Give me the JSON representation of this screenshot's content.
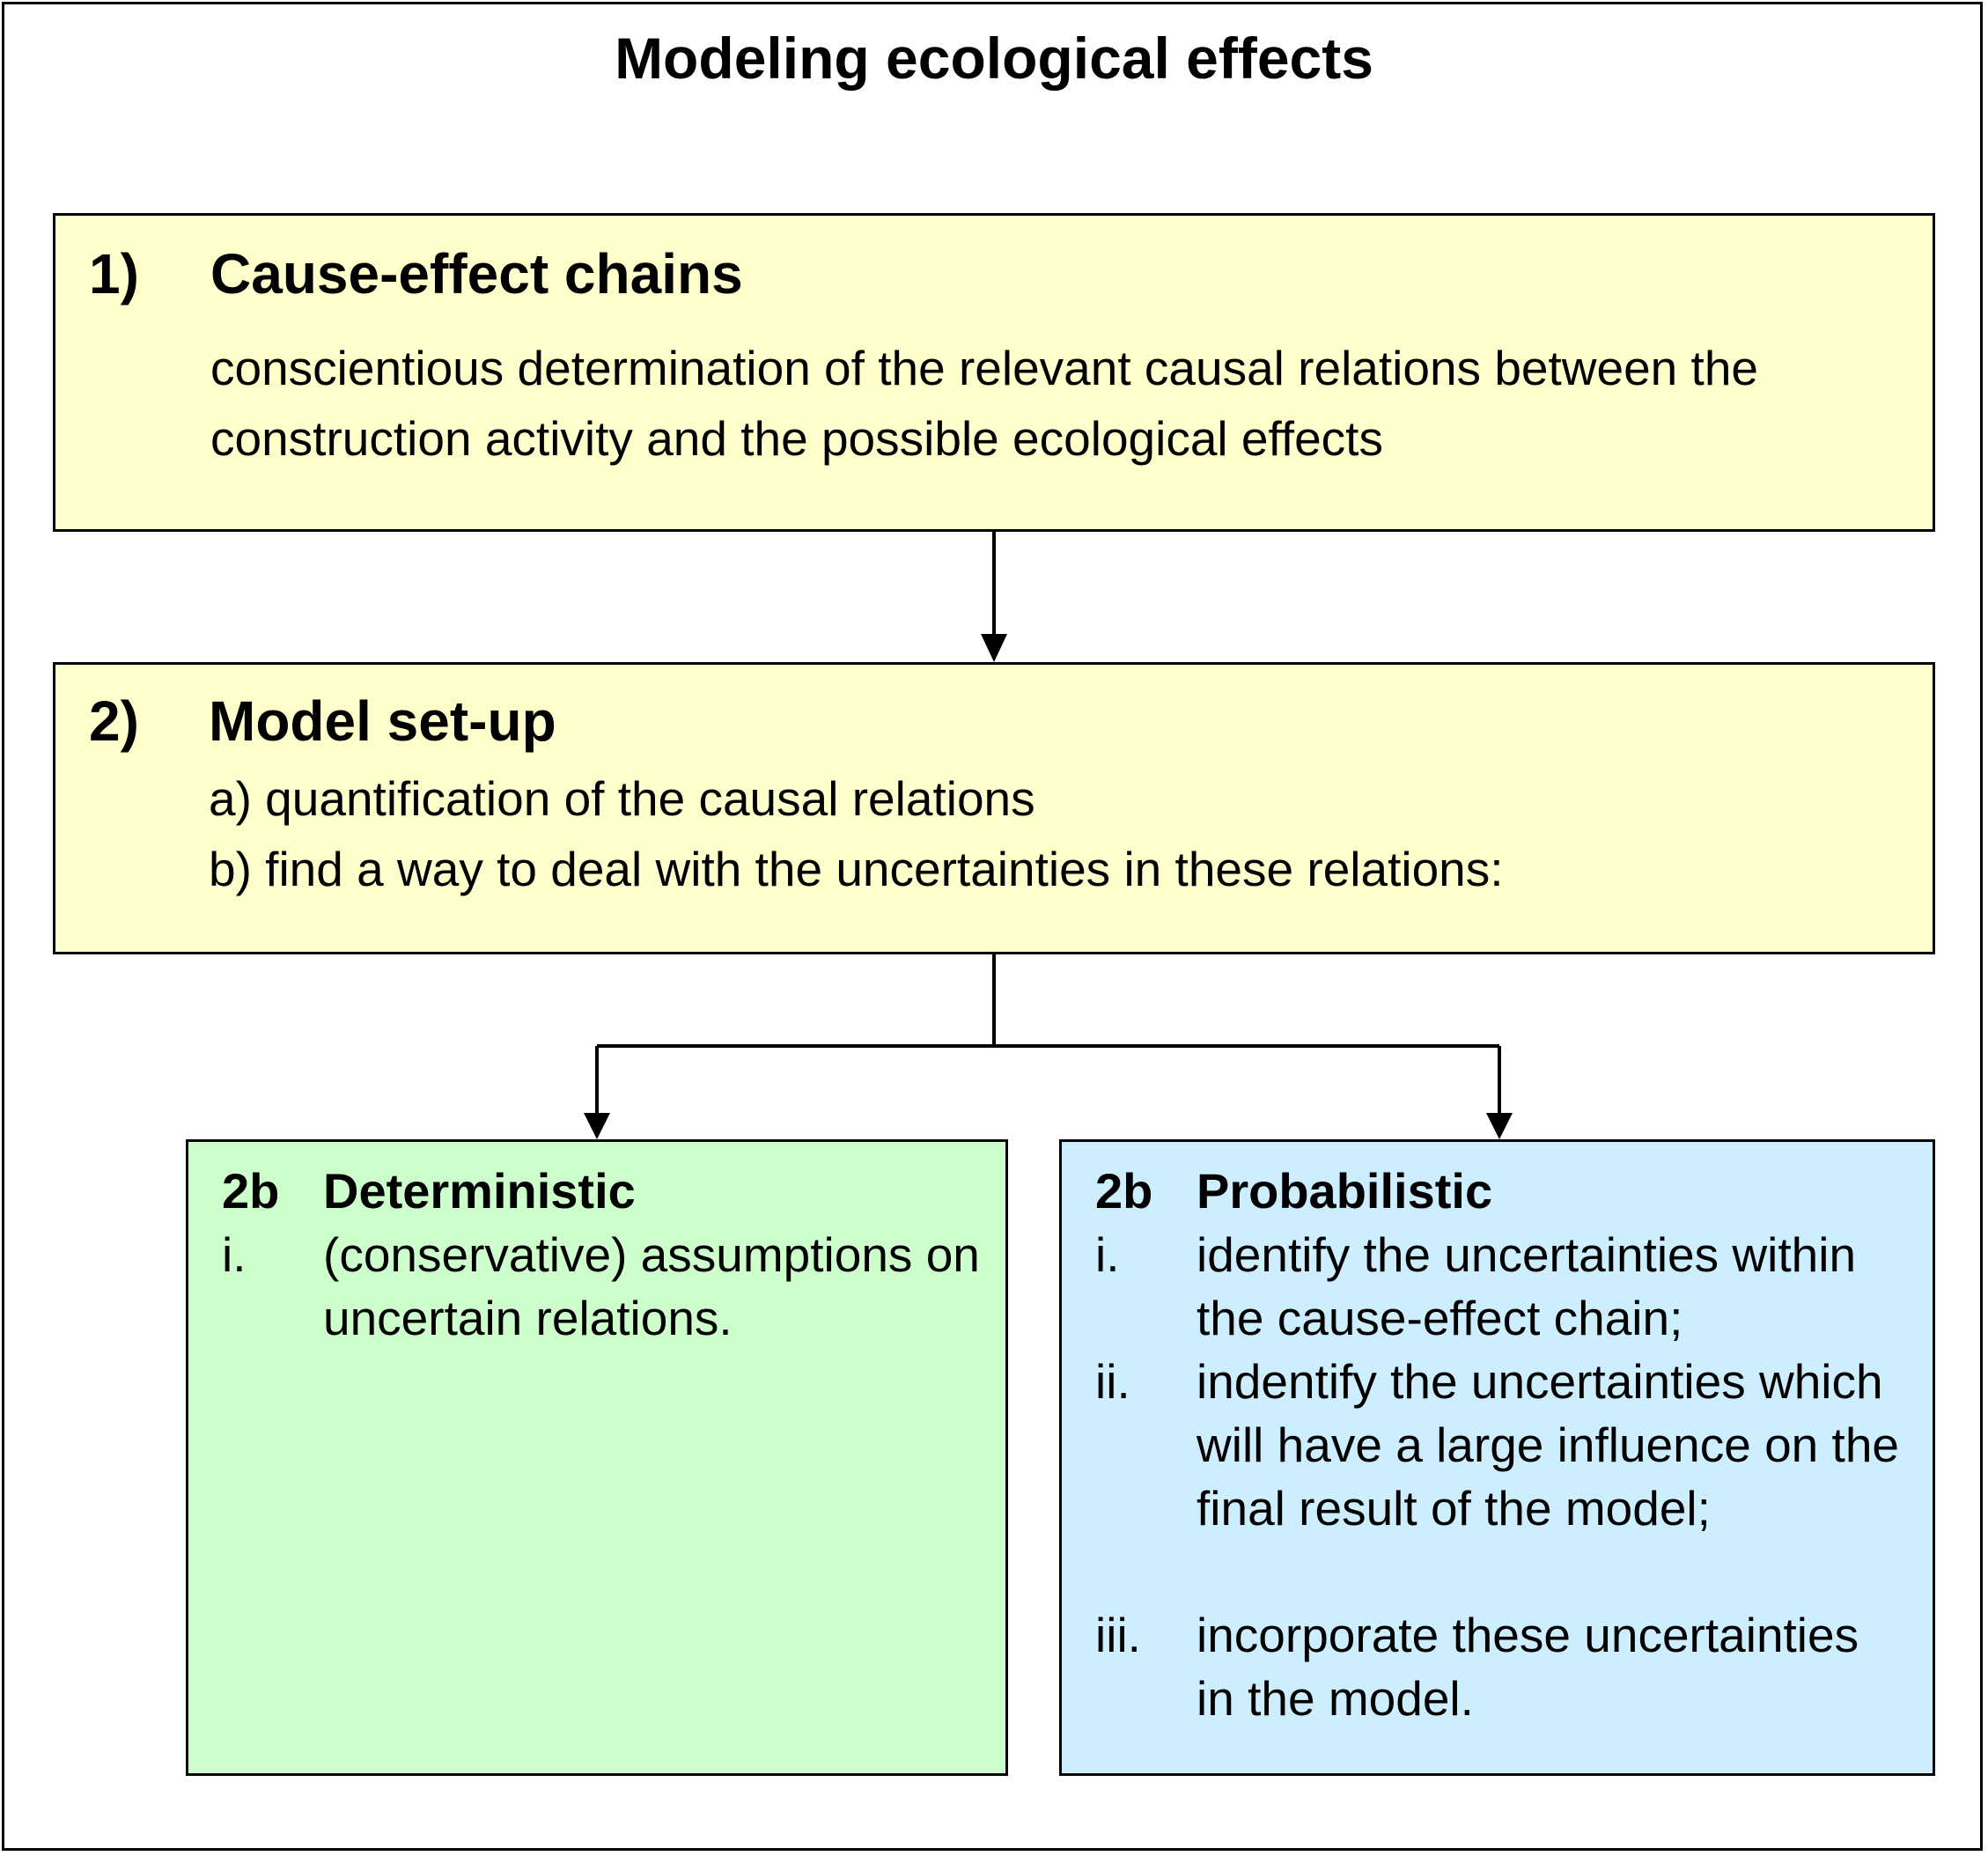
{
  "title": "Modeling ecological effects",
  "step1": {
    "number": "1)",
    "heading": "Cause-effect chains",
    "text": "conscientious determination of the relevant causal relations between the construction activity and the possible ecological effects"
  },
  "step2": {
    "number": "2)",
    "heading": "Model set-up",
    "items": [
      "a) quantification of the causal relations",
      "b) find a way to deal with the uncertainties in these relations:"
    ]
  },
  "deterministic": {
    "number": "2b",
    "heading": "Deterministic",
    "items": [
      {
        "label": "i.",
        "text": "(conservative) assumptions on uncertain relations."
      }
    ]
  },
  "probabilistic": {
    "number": "2b",
    "heading": "Probabilistic",
    "items": [
      {
        "label": "i.",
        "text": "identify the uncertainties within the cause-effect chain;"
      },
      {
        "label": "ii.",
        "text": "indentify the uncertainties which will have a large influence on the final result of the model;"
      },
      {
        "label": "iii.",
        "text": "incorporate these uncertainties in the model."
      }
    ]
  },
  "colors": {
    "step_box": "#ffffcc",
    "deterministic_box": "#ccffcc",
    "probabilistic_box": "#cceeff"
  }
}
